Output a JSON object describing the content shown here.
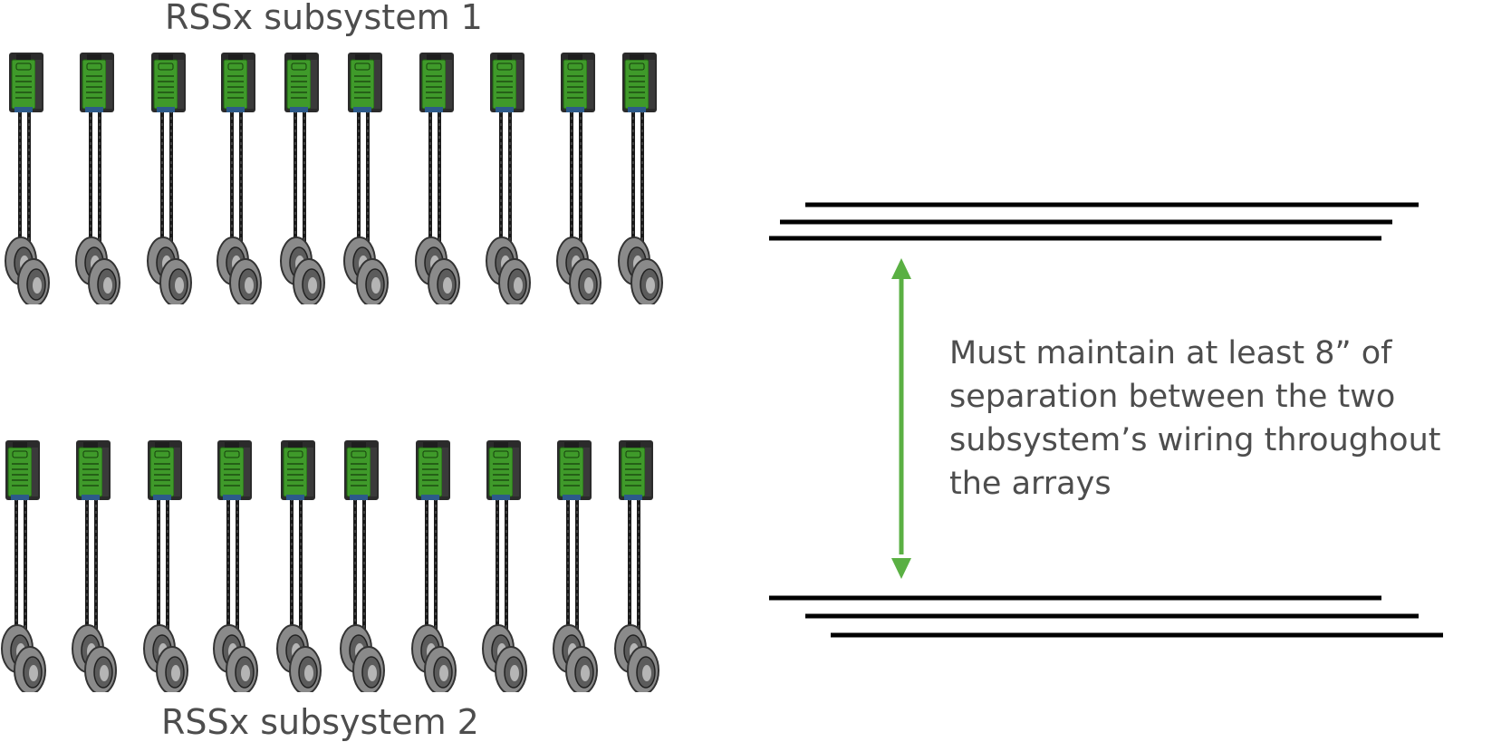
{
  "subsystem_1": {
    "title": "RSSx subsystem 1",
    "device_count": 10
  },
  "subsystem_2": {
    "title": "RSSx subsystem 2",
    "device_count": 10
  },
  "separation_note": {
    "lines": [
      "Must maintain at least 8” of",
      "separation between the two",
      "subsystem’s wiring throughout",
      "the arrays"
    ]
  },
  "colors": {
    "text": "#4d4d4d",
    "device_green": "#3f9a2a",
    "wire": "#000000",
    "arrow": "#5ab043",
    "sensor_gray": "#7a7a7a"
  }
}
